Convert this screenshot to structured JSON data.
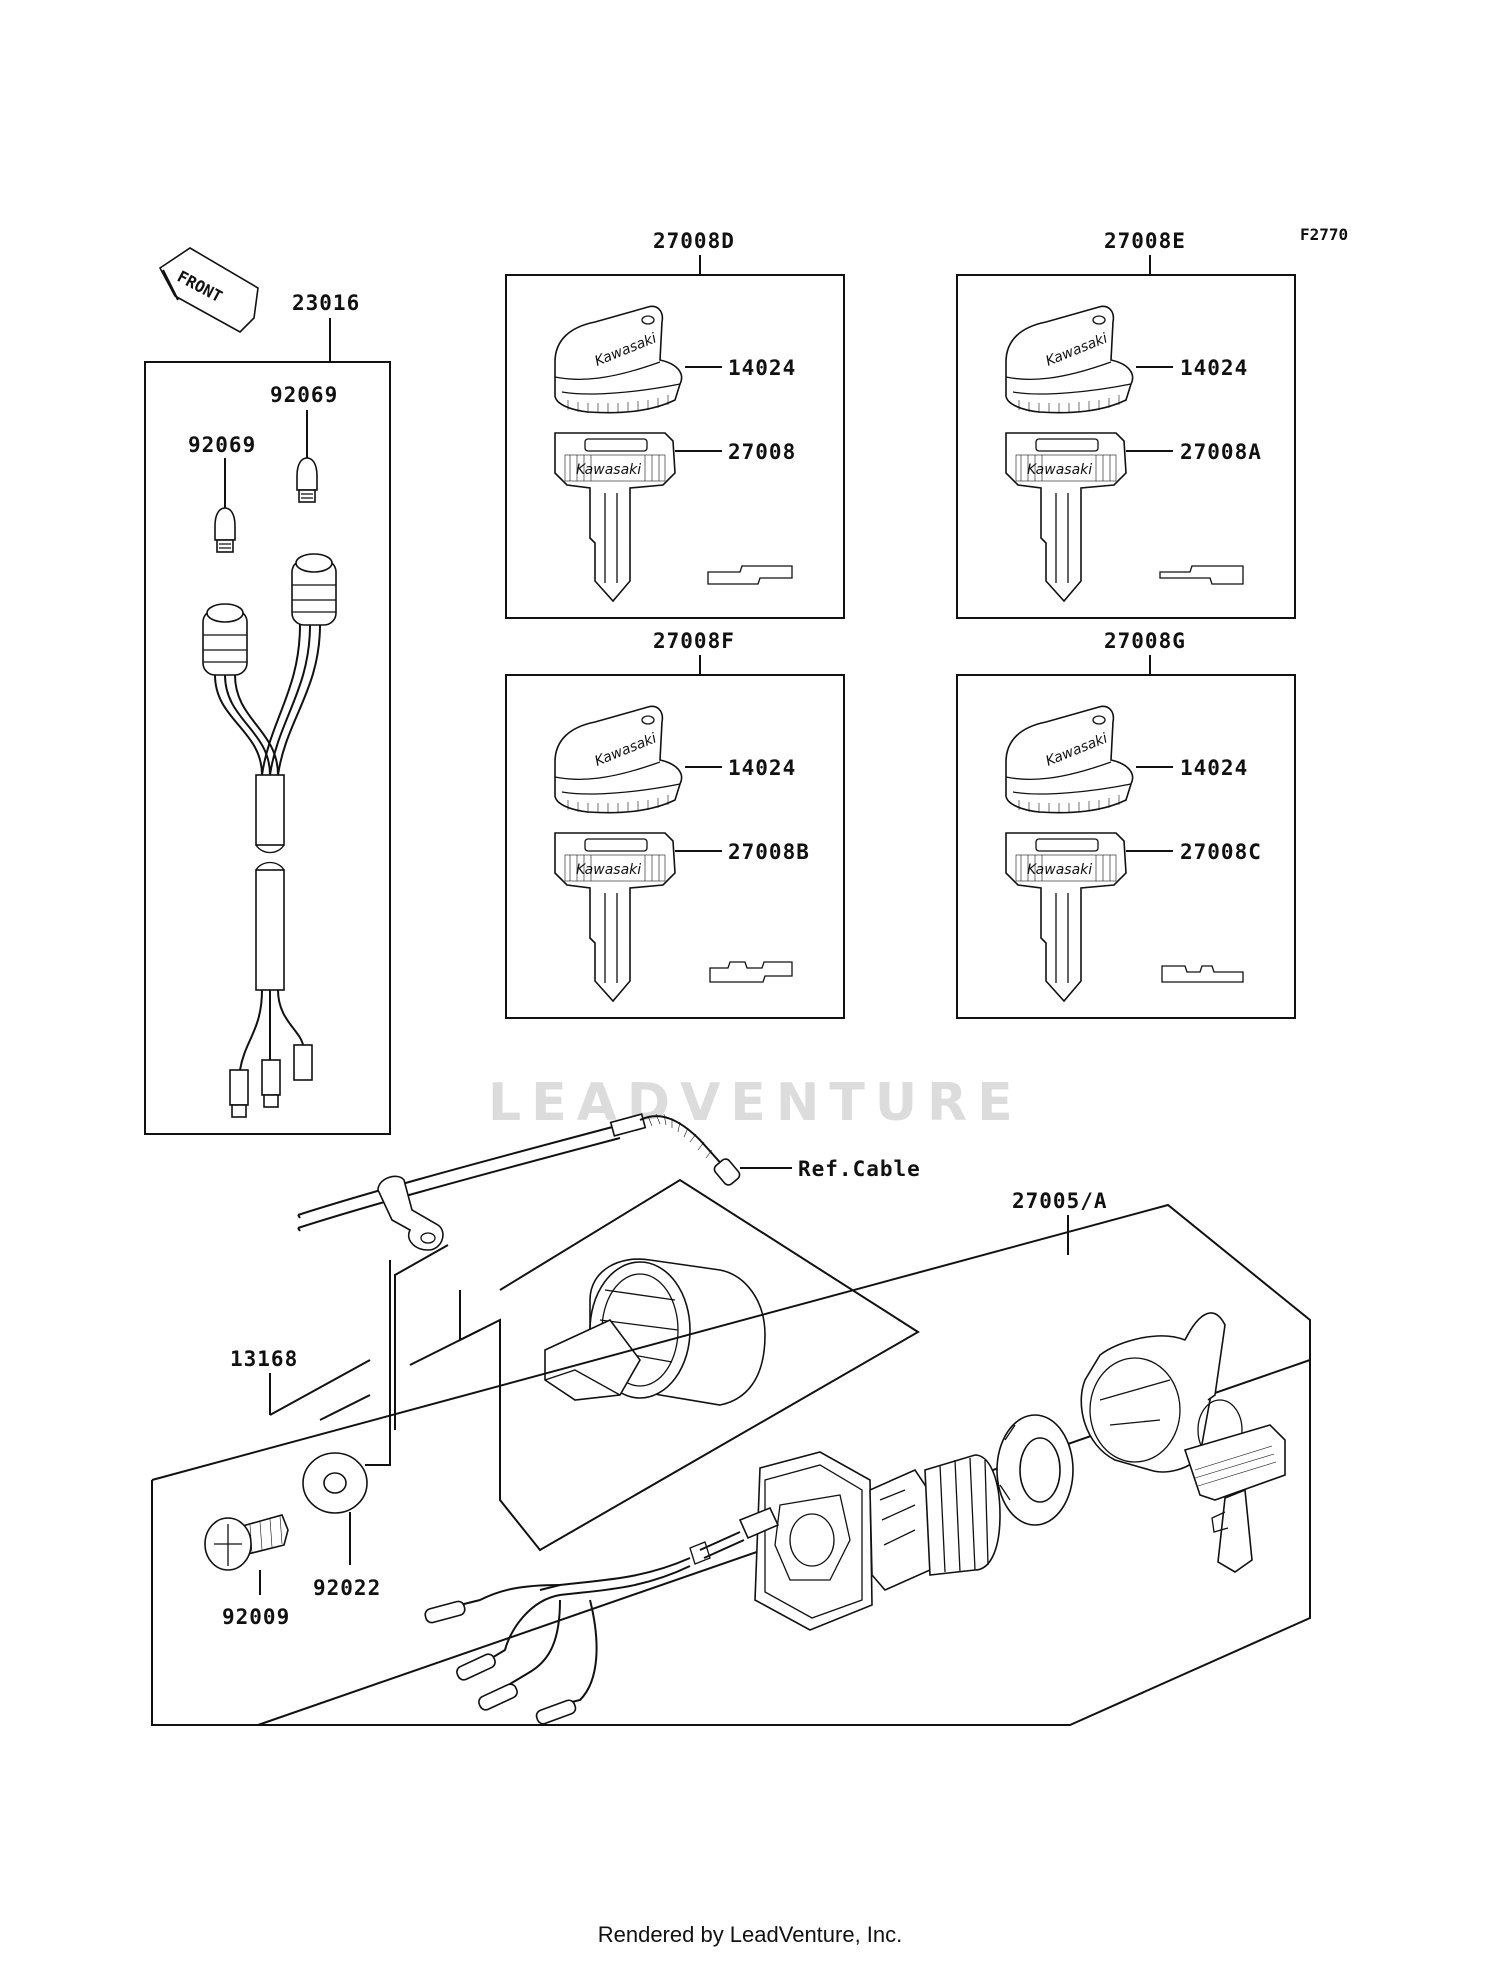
{
  "figure_code": "F2770",
  "front_arrow_label": "FRONT",
  "watermark": "LEADVENTURE",
  "footer": "Rendered by LeadVenture, Inc.",
  "key_brand": "Kawasaki",
  "harness_group": {
    "label": "23016",
    "bulb_label_right": "92069",
    "bulb_label_left": "92069"
  },
  "key_sets": [
    {
      "group": "27008D",
      "cap": "14024",
      "key": "27008"
    },
    {
      "group": "27008E",
      "cap": "14024",
      "key": "27008A"
    },
    {
      "group": "27008F",
      "cap": "14024",
      "key": "27008B"
    },
    {
      "group": "27008G",
      "cap": "14024",
      "key": "27008C"
    }
  ],
  "ref_cable_label": "Ref.Cable",
  "switch_group": {
    "label": "27005/A",
    "detail_label": "13168",
    "washer_label": "92022",
    "bolt_label": "92009"
  }
}
